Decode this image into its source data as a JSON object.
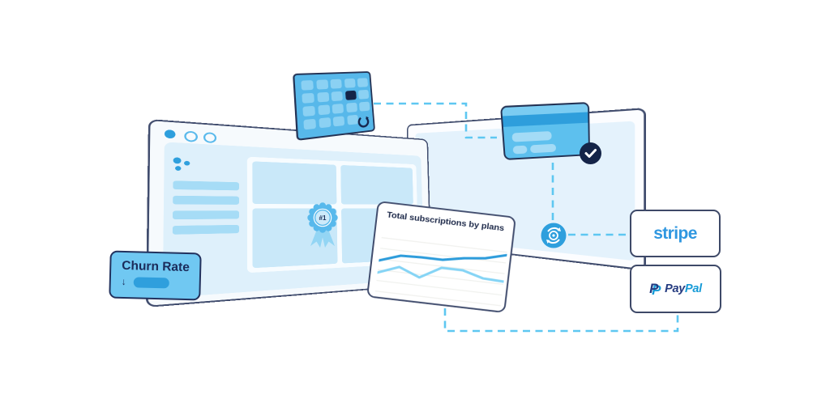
{
  "palette": {
    "accent_blue": "#2D9CDB",
    "light_blue": "#85D4F5",
    "navy": "#1C2D56",
    "card_blue": "#5DC0EE",
    "dashed_line": "#5EC7F1",
    "stripe_blue": "#2F97E0",
    "paypal_navy": "#253B80",
    "paypal_blue": "#179BD7",
    "panel_fill": "#E4F2FC",
    "window_border": "#414D6E"
  },
  "dashboard_window": {
    "traffic_dots": 3,
    "sidebar_bars": 4,
    "grid_tiles": 4
  },
  "badge": {
    "label": "#1"
  },
  "calendar": {
    "rows": 4,
    "cols": 5,
    "highlighted_cell_index": 8
  },
  "churn_card": {
    "label": "Churn Rate",
    "arrow": "↓"
  },
  "providers": {
    "stripe_label": "stripe",
    "paypal_monogram": "P",
    "paypal_pay": "Pay",
    "paypal_pal": "Pal"
  },
  "chart_data": {
    "type": "line",
    "title": "Total subscriptions by plans",
    "x": [
      0,
      1,
      2,
      3,
      4,
      5,
      6
    ],
    "series": [
      {
        "name": "plan-dark",
        "color": "#2D9CDB",
        "values": [
          39,
          48,
          49,
          49,
          54,
          57,
          64
        ]
      },
      {
        "name": "plan-light",
        "color": "#85D4F5",
        "values": [
          24,
          34,
          24,
          39,
          39,
          32,
          31
        ]
      }
    ],
    "ylim": [
      0,
      80
    ],
    "grid": true,
    "legend": "none",
    "xlabel": "",
    "ylabel": ""
  }
}
